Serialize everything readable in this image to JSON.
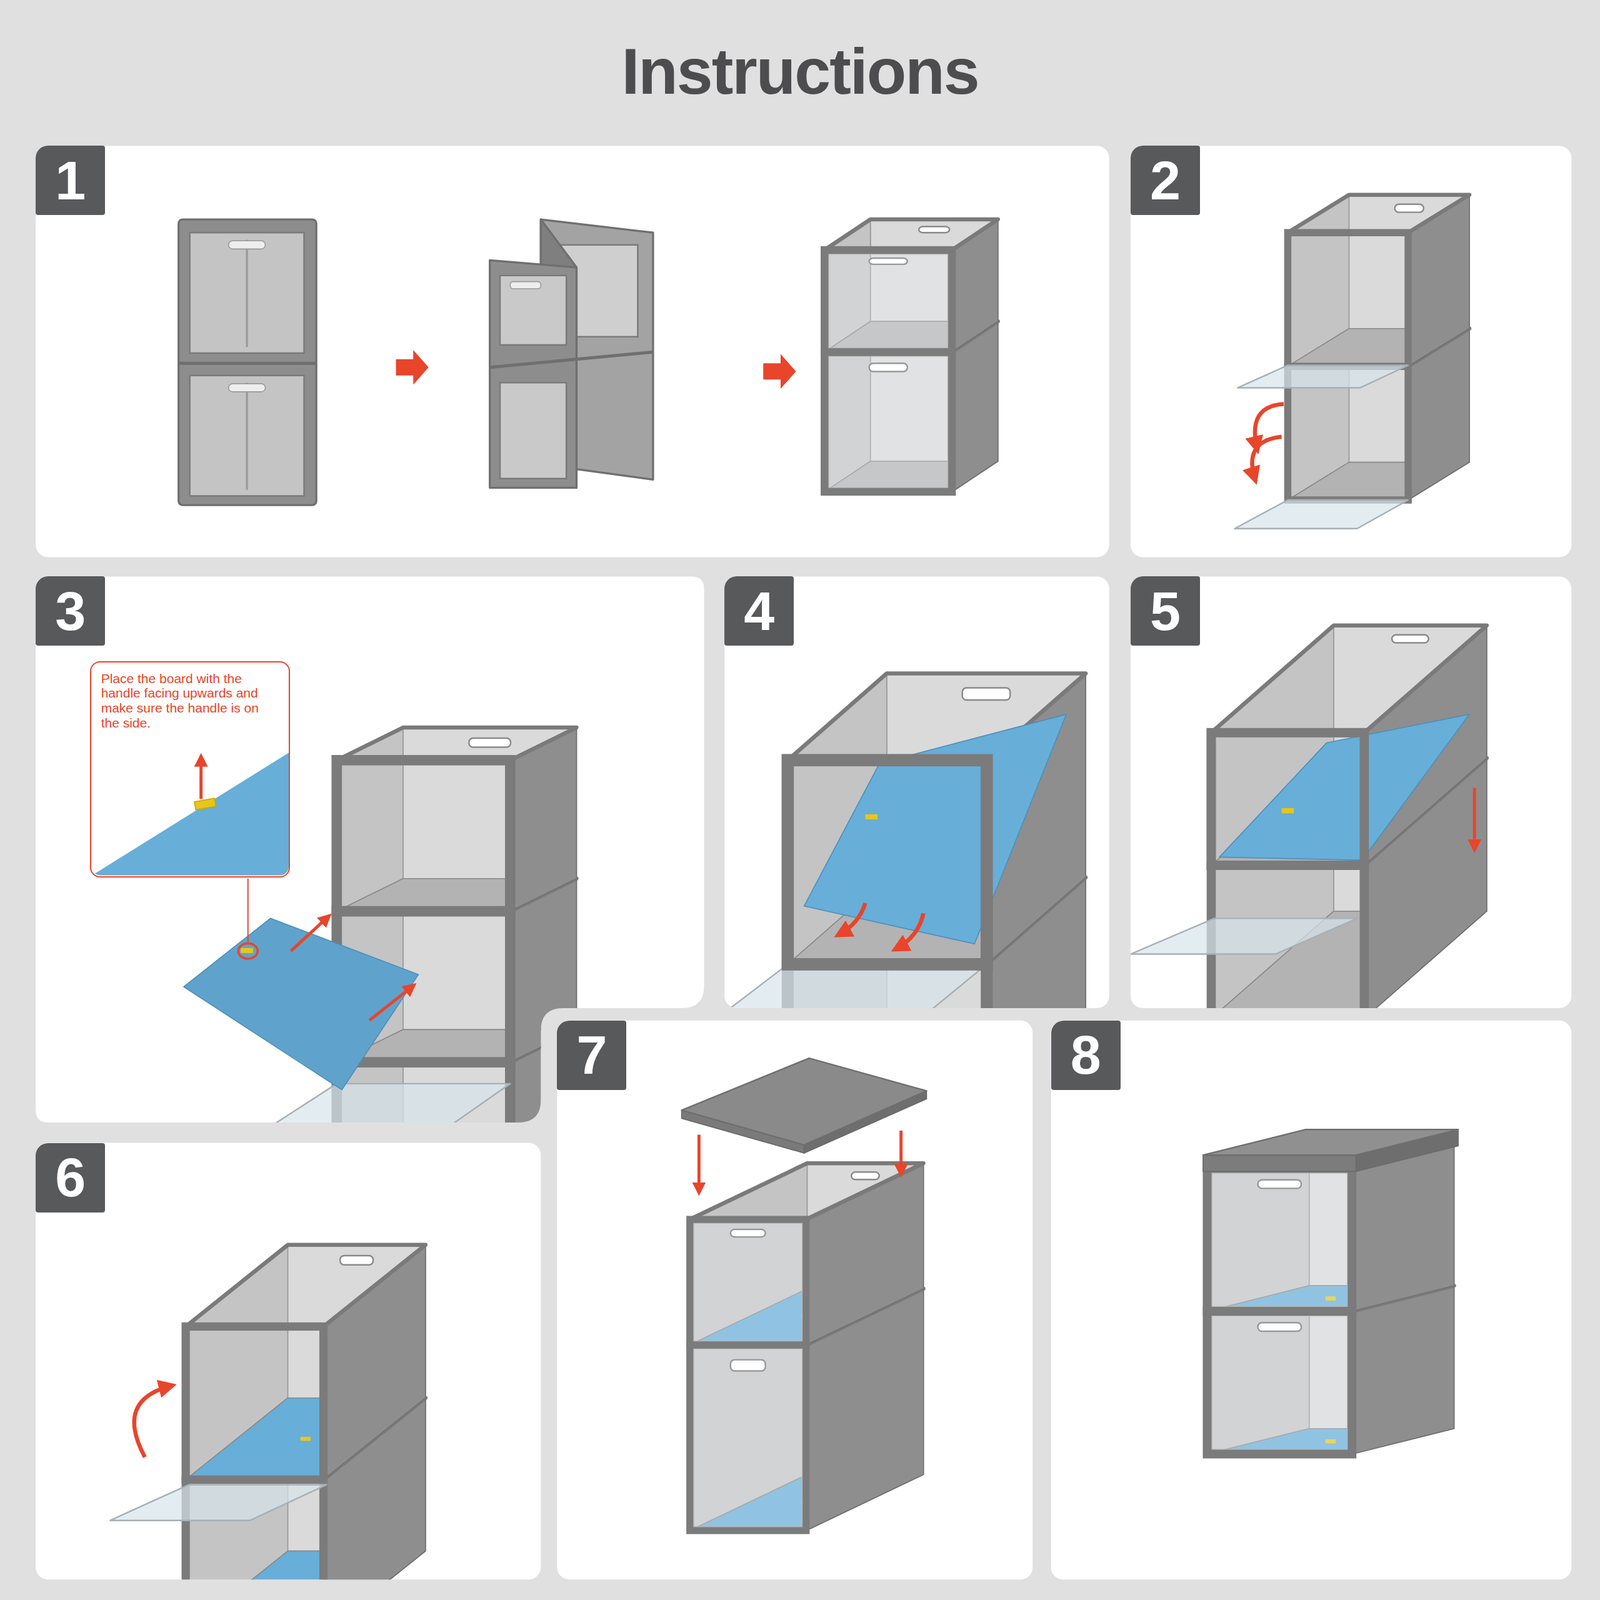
{
  "diagram": {
    "title": "Instructions",
    "nodes": [
      {
        "text": [
          "1"
        ]
      },
      {
        "text": [
          "2"
        ]
      },
      {
        "text": [
          "3"
        ]
      },
      {
        "text": [
          "4"
        ]
      },
      {
        "text": [
          "5"
        ]
      },
      {
        "text": [
          "6"
        ]
      },
      {
        "text": [
          "7"
        ]
      },
      {
        "text": [
          "8"
        ]
      },
      {
        "text": [
          "Place the board with the handle facing upwards and make sure the handle is on the side."
        ]
      }
    ]
  }
}
